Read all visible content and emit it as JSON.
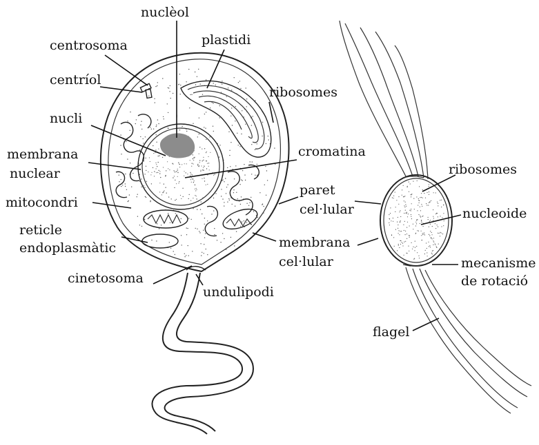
{
  "labels": {
    "nucleol": "nuclèol",
    "centrosoma": "centrosoma",
    "plastidi": "plastidi",
    "centriol": "centríol",
    "ribosomes_euk": "ribosomes",
    "nucli": "nucli",
    "cromatina": "cromatina",
    "membrana_nuclear_1": "membrana",
    "membrana_nuclear_2": "nuclear",
    "paret_1": "paret",
    "paret_2": "cel·lular",
    "mitocondri": "mitocondri",
    "reticle_1": "reticle",
    "reticle_2": "endoplasmàtic",
    "membrana_cel_1": "membrana",
    "membrana_cel_2": "cel·lular",
    "cinetosoma": "cinetosoma",
    "undulipodi": "undulipodi",
    "ribosomes_prok": "ribosomes",
    "nucleoide": "nucleoide",
    "mecanisme_1": "mecanisme",
    "mecanisme_2": "de rotació",
    "flagel": "flagel"
  },
  "colors": {
    "ink": "#111111",
    "nucleolus": "#8c8c8c"
  }
}
